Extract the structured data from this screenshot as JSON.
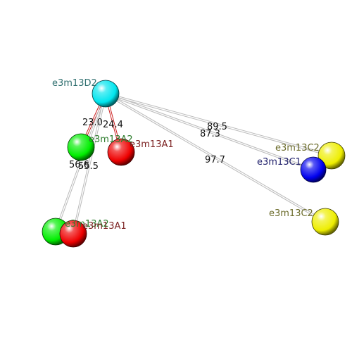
{
  "atoms": [
    {
      "id": "d2",
      "label": "e3m13D2",
      "color": "#00e5ee",
      "label_color": "#2f6f6f"
    },
    {
      "id": "a2",
      "label": "e3m13A2",
      "color": "#00ee00",
      "label_color": "#2e7d2e"
    },
    {
      "id": "a1",
      "label": "e3m13A1",
      "color": "#ee0000",
      "label_color": "#7a1f1f"
    },
    {
      "id": "c2",
      "label": "e3m13C2",
      "color": "#eeee00",
      "label_color": "#6b6b2a"
    },
    {
      "id": "c1",
      "label": "e3m13C1",
      "color": "#0000ee",
      "label_color": "#1f1f6b"
    },
    {
      "id": "c3",
      "label": "e3m13C2",
      "color": "#eeee00",
      "label_color": "#6b6b2a"
    },
    {
      "id": "a2b",
      "label": "e3m13A2",
      "color": "#00ee00",
      "label_color": "#2e7d2e"
    },
    {
      "id": "a1b",
      "label": "e3m13A1",
      "color": "#ee0000",
      "label_color": "#7a1f1f"
    }
  ],
  "distances": [
    {
      "from": "d2",
      "to": "a2",
      "value": "23.0",
      "color": "#cc2222"
    },
    {
      "from": "d2",
      "to": "a1",
      "value": "24.4",
      "color": "#cc2222"
    },
    {
      "from": "d2",
      "to": "c2",
      "value": "89.5",
      "color": "#bbbbbb"
    },
    {
      "from": "d2",
      "to": "c1",
      "value": "87.3",
      "color": "#bbbbbb"
    },
    {
      "from": "d2",
      "to": "c3",
      "value": "97.7",
      "color": "#bbbbbb"
    },
    {
      "from": "d2",
      "to": "a2b",
      "value": "56.6",
      "color": "#bbbbbb"
    },
    {
      "from": "d2",
      "to": "a1b",
      "value": "55.5",
      "color": "#bbbbbb"
    }
  ]
}
